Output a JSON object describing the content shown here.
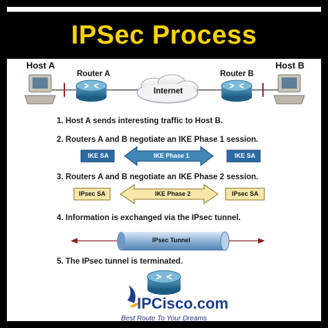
{
  "title": "IPSec Process",
  "hosts": {
    "a": "Host A",
    "b": "Host B"
  },
  "routers": {
    "a": "Router A",
    "b": "Router B"
  },
  "cloud": "Internet",
  "steps": [
    "1. Host A sends interesting traffic to Host B.",
    "2. Routers A and B negotiate an IKE Phase 1 session.",
    "3. Routers A and B negotiate an IKE Phase 2 session.",
    "4. Information is exchanged via the IPsec tunnel.",
    "5. The IPsec tunnel is terminated."
  ],
  "phase1": {
    "left": "IKE SA",
    "arrow": "IKE Phase 1",
    "right": "IKE SA"
  },
  "phase2": {
    "left": "IPsec SA",
    "arrow": "IKE Phase 2",
    "right": "IPsec SA"
  },
  "tunnel": "IPsec Tunnel",
  "brand": {
    "name": "IPCisco.com",
    "slogan": "Best Route To Your Dreams"
  },
  "colors": {
    "title_bg": "#000000",
    "title_text": "#ffd200",
    "sa_box": "#2d6aa3",
    "ipsec_box": "#f6e7a8",
    "tunnel": "#8fb3d6"
  }
}
